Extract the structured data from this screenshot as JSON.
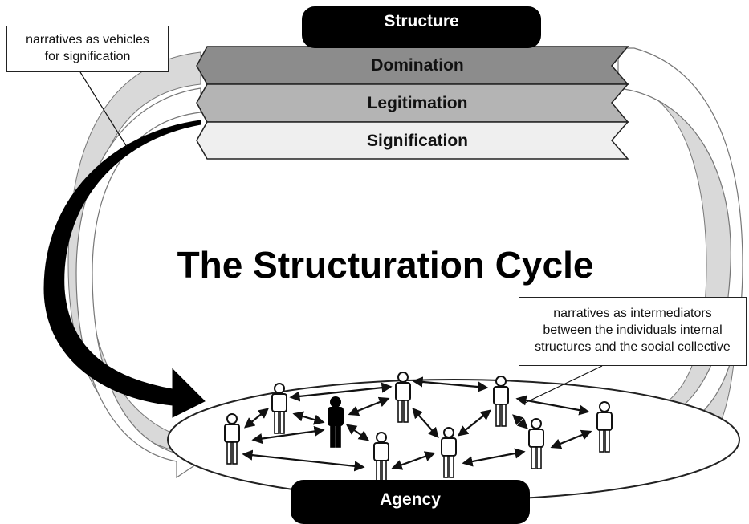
{
  "header": {
    "structure_label": "Structure"
  },
  "footer": {
    "agency_label": "Agency"
  },
  "bars": [
    {
      "label": "Domination",
      "fill": "#8c8c8c"
    },
    {
      "label": "Legitimation",
      "fill": "#b4b4b4"
    },
    {
      "label": "Signification",
      "fill": "#efefef"
    }
  ],
  "title": "The Structuration Cycle",
  "callouts": {
    "left": {
      "line1": "narratives as vehicles",
      "line2": "for signification"
    },
    "right": {
      "line1": "narratives as intermediators",
      "line2": "between the individuals internal",
      "line3": "structures and the social collective"
    }
  },
  "colors": {
    "dark": "#000000",
    "light_gray": "#d9d9d9",
    "outline": "#444444"
  },
  "people": [
    {
      "id": "p1",
      "fill": "white"
    },
    {
      "id": "p2",
      "fill": "white"
    },
    {
      "id": "p3",
      "fill": "black"
    },
    {
      "id": "p4",
      "fill": "white"
    },
    {
      "id": "p5",
      "fill": "white"
    },
    {
      "id": "p6",
      "fill": "white"
    },
    {
      "id": "p7",
      "fill": "white"
    },
    {
      "id": "p8",
      "fill": "white"
    },
    {
      "id": "p9",
      "fill": "white"
    }
  ]
}
